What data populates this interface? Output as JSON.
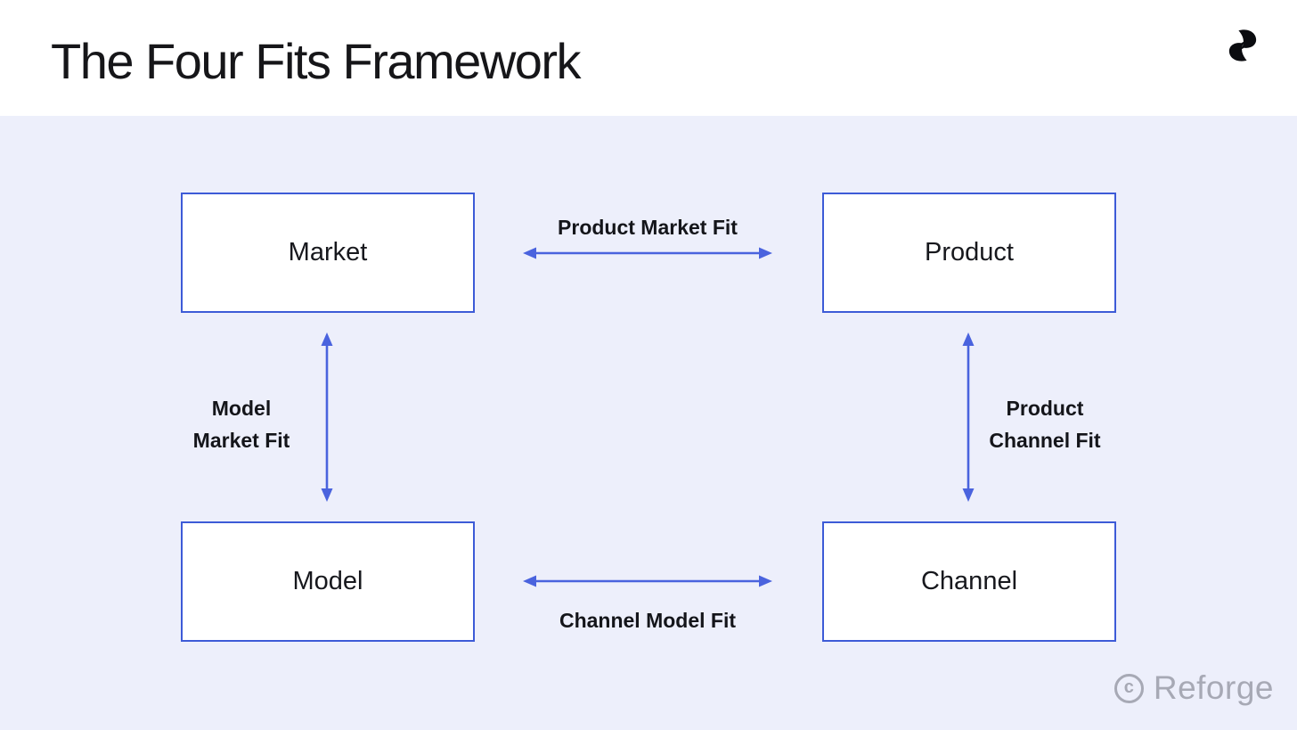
{
  "header": {
    "title": "The Four Fits Framework",
    "logo": "reforge-logo"
  },
  "diagram": {
    "boxes": [
      {
        "id": "market",
        "label": "Market"
      },
      {
        "id": "product",
        "label": "Product"
      },
      {
        "id": "model",
        "label": "Model"
      },
      {
        "id": "channel",
        "label": "Channel"
      }
    ],
    "fits": [
      {
        "id": "product-market",
        "label": "Product Market Fit",
        "between": [
          "Market",
          "Product"
        ]
      },
      {
        "id": "model-market",
        "label": "Model Market Fit",
        "between": [
          "Market",
          "Model"
        ]
      },
      {
        "id": "product-channel",
        "label": "Product Channel Fit",
        "between": [
          "Product",
          "Channel"
        ]
      },
      {
        "id": "channel-model",
        "label": "Channel Model Fit",
        "between": [
          "Model",
          "Channel"
        ]
      }
    ]
  },
  "footer": {
    "copyright_letter": "c",
    "brand": "Reforge"
  },
  "colors": {
    "background": "#EDEFFB",
    "header_background": "#FFFFFF",
    "box_border": "#3D5BD7",
    "box_background": "#FFFFFF",
    "arrow": "#4A63DE",
    "title_text": "#161619",
    "label_text": "#14151A",
    "watermark": "#A7A9B5",
    "logo": "#0B0C10"
  }
}
